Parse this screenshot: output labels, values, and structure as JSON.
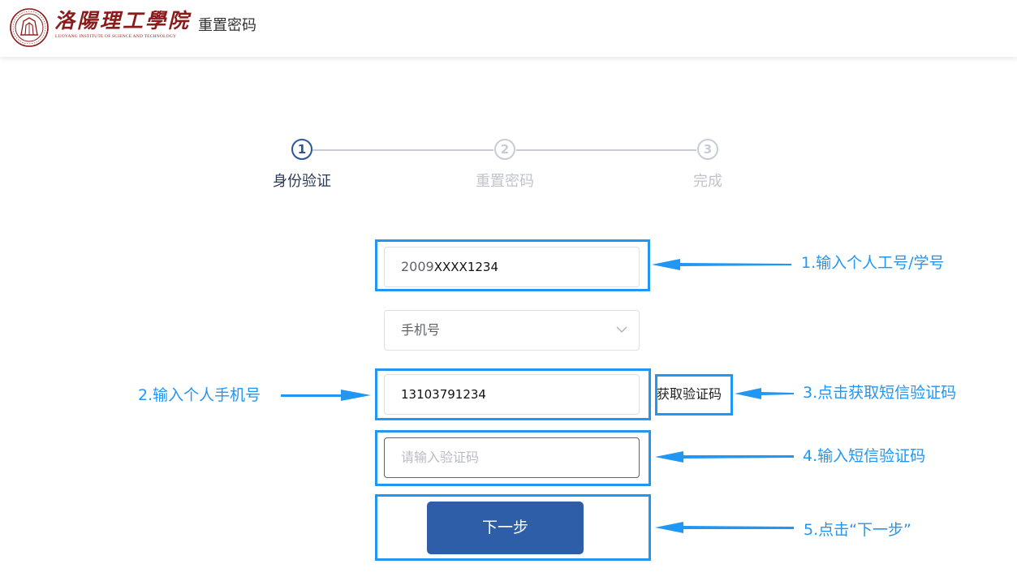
{
  "header": {
    "logo_name": "洛陽理工學院",
    "logo_subtitle": "LUOYANG INSTITUTE OF SCIENCE AND TECHNOLOGY",
    "title": "重置密码"
  },
  "steps": [
    {
      "number": "1",
      "label": "身份验证"
    },
    {
      "number": "2",
      "label": "重置密码"
    },
    {
      "number": "3",
      "label": "完成"
    }
  ],
  "form": {
    "id_prefix": "2009",
    "id_value": "XXXX1234",
    "contact_method": "手机号",
    "phone_value": "13103791234",
    "get_code_label": "获取验证码",
    "code_placeholder": "请输入验证码",
    "next_label": "下一步"
  },
  "annotations": {
    "a1": "1.输入个人工号/学号",
    "a2": "2.输入个人手机号",
    "a3": "3.点击获取短信验证码",
    "a4": "4.输入短信验证码",
    "a5": "5.点击“下一步”"
  },
  "colors": {
    "accent": "#2f5ea8",
    "annotation": "#2196f3",
    "brand": "#8b1a1a"
  }
}
